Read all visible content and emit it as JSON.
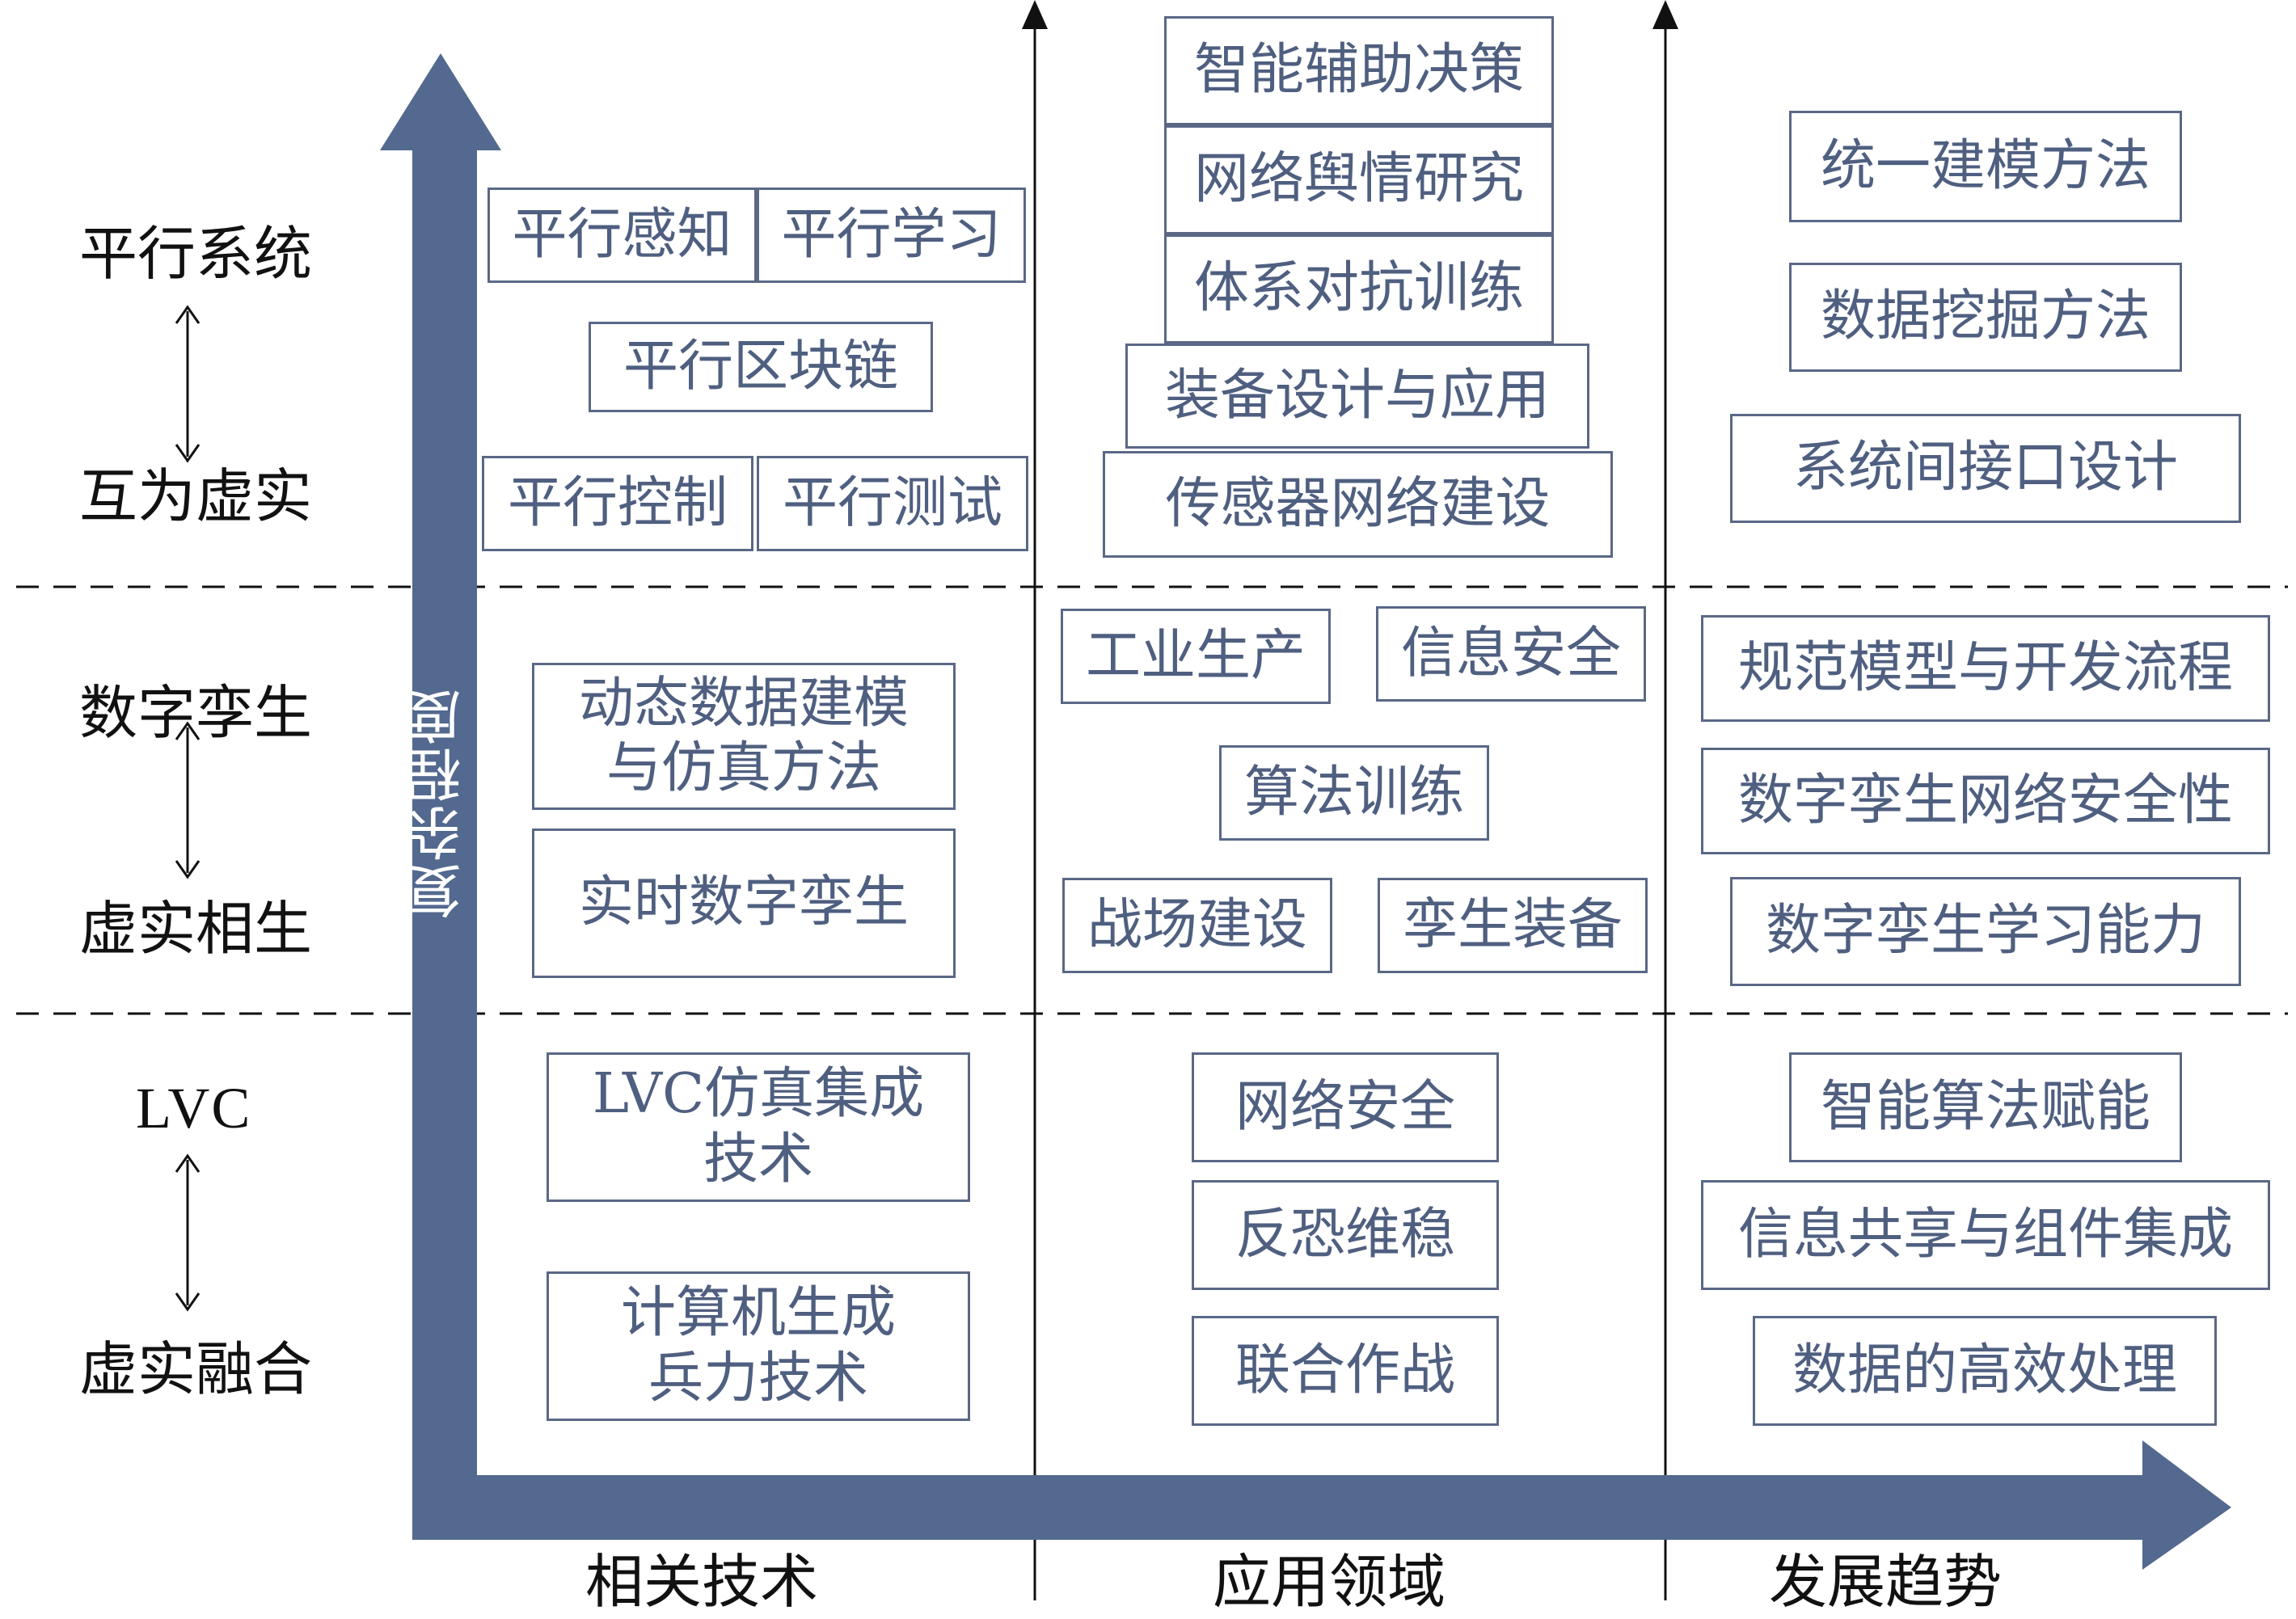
{
  "left_levels": {
    "top_a": "平行系统",
    "top_b": "互为虚实",
    "mid_a": "数字孪生",
    "mid_b": "虚实相生",
    "bot_a": "LVC",
    "bot_b": "虚实融合"
  },
  "axis": {
    "vertical_label": "复杂程度",
    "col_technology": "相关技术",
    "col_application": "应用领域",
    "col_trend": "发展趋势"
  },
  "technology": {
    "parallel_perception": "平行感知",
    "parallel_learning": "平行学习",
    "parallel_blockchain": "平行区块链",
    "parallel_control": "平行控制",
    "parallel_testing": "平行测试",
    "dynamic_modeling": "动态数据建模\n与仿真方法",
    "realtime_twin": "实时数字孪生",
    "lvc_integration": "LVC仿真集成\n技术",
    "cgf": "计算机生成\n兵力技术"
  },
  "application": {
    "decision_support": "智能辅助决策",
    "public_opinion": "网络舆情研究",
    "confrontation_training": "体系对抗训练",
    "equipment_design": "装备设计与应用",
    "sensor_network": "传感器网络建设",
    "industrial_production": "工业生产",
    "information_security": "信息安全",
    "algorithm_training": "算法训练",
    "battlefield_construction": "战场建设",
    "twin_equipment": "孪生装备",
    "network_security": "网络安全",
    "counter_terrorism": "反恐维稳",
    "joint_operations": "联合作战"
  },
  "trend": {
    "unified_modeling": "统一建模方法",
    "data_mining": "数据挖掘方法",
    "interface_design": "系统间接口设计",
    "model_process": "规范模型与开发流程",
    "twin_security": "数字孪生网络安全性",
    "twin_learning": "数字孪生学习能力",
    "intelligent_algorithms": "智能算法赋能",
    "info_sharing": "信息共享与组件集成",
    "data_processing": "数据的高效处理"
  },
  "colors": {
    "axis_arrow": "#53698f",
    "box_border": "#5a6886",
    "box_text": "#4f5f80"
  }
}
